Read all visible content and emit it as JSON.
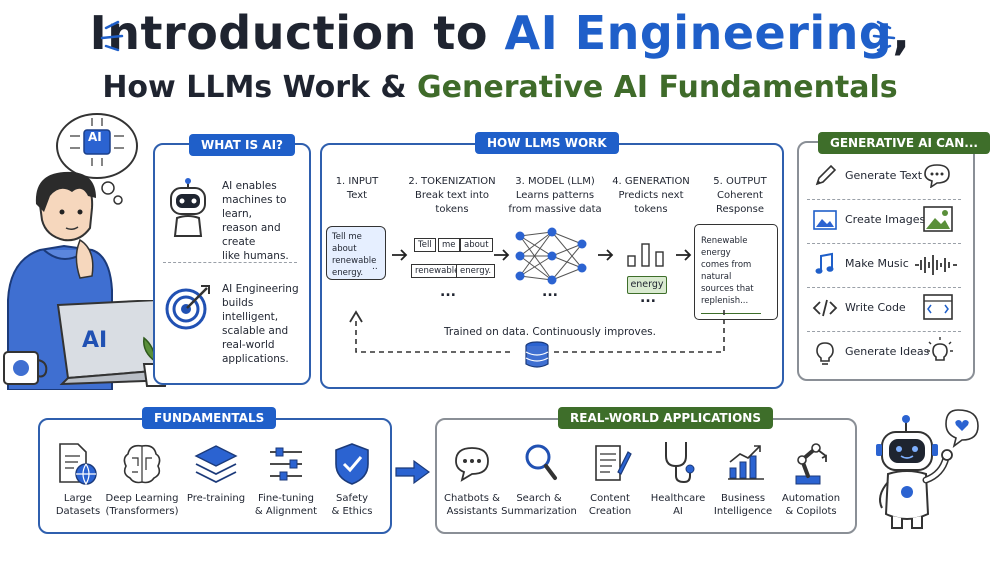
{
  "title": {
    "line1_part1": "Introduction to ",
    "line1_highlight": "AI Engineering",
    "line1_end": ",",
    "line2_part1": "How LLMs Work & ",
    "line2_highlight": "Generative AI Fundamentals"
  },
  "thought_bubble": {
    "label": "AI"
  },
  "laptop": {
    "label": "AI"
  },
  "what_is_ai": {
    "header": "WHAT IS AI?",
    "item1": [
      "AI enables",
      "machines to learn,",
      "reason and create",
      "like humans."
    ],
    "item2": [
      "AI Engineering",
      "builds intelligent,",
      "scalable and",
      "real-world",
      "applications."
    ]
  },
  "how_llms_work": {
    "header": "HOW LLMS WORK",
    "steps": [
      {
        "title": "1. INPUT",
        "sub": [
          "Text"
        ]
      },
      {
        "title": "2. TOKENIZATION",
        "sub": [
          "Break text into",
          "tokens"
        ]
      },
      {
        "title": "3. MODEL (LLM)",
        "sub": [
          "Learns patterns",
          "from massive data"
        ]
      },
      {
        "title": "4. GENERATION",
        "sub": [
          "Predicts next",
          "tokens"
        ]
      },
      {
        "title": "5. OUTPUT",
        "sub": [
          "Coherent",
          "Response"
        ]
      }
    ],
    "input_bubble": [
      "Tell me about",
      "renewable",
      "energy."
    ],
    "input_dots": "..",
    "tokens_row1": [
      "Tell",
      "me",
      "about"
    ],
    "tokens_row2": [
      "renewable",
      "energy."
    ],
    "ellipsis": "...",
    "generated_token": "energy",
    "output_text": [
      "Renewable energy",
      "comes from natural",
      "sources that",
      "replenish..."
    ],
    "loop_label": "Trained on data. Continuously improves."
  },
  "generative_ai": {
    "header": "GENERATIVE AI CAN...",
    "items": [
      {
        "label": "Generate Text",
        "icon": "pencil-icon",
        "icon2": "chat-bubble-icon"
      },
      {
        "label": "Create Images",
        "icon": "image-icon",
        "icon2": "landscape-icon"
      },
      {
        "label": "Make Music",
        "icon": "music-note-icon",
        "icon2": "waveform-icon"
      },
      {
        "label": "Write Code",
        "icon": "code-icon",
        "icon2": "code-window-icon"
      },
      {
        "label": "Generate Ideas",
        "icon": "lightbulb-icon",
        "icon2": "lightbulb-spark-icon"
      }
    ]
  },
  "fundamentals": {
    "header": "FUNDAMENTALS",
    "items": [
      {
        "label": [
          "Large",
          "Datasets"
        ],
        "icon": "dataset-globe-icon"
      },
      {
        "label": [
          "Deep Learning",
          "(Transformers)"
        ],
        "icon": "brain-circuit-icon"
      },
      {
        "label": [
          "Pre-training"
        ],
        "icon": "layers-icon"
      },
      {
        "label": [
          "Fine-tuning",
          "& Alignment"
        ],
        "icon": "sliders-icon"
      },
      {
        "label": [
          "Safety",
          "& Ethics"
        ],
        "icon": "shield-check-icon"
      }
    ]
  },
  "applications": {
    "header": "REAL-WORLD APPLICATIONS",
    "items": [
      {
        "label": [
          "Chatbots &",
          "Assistants"
        ],
        "icon": "chat-bubble-icon"
      },
      {
        "label": [
          "Search &",
          "Summarization"
        ],
        "icon": "magnifier-icon"
      },
      {
        "label": [
          "Content",
          "Creation"
        ],
        "icon": "notepad-pen-icon"
      },
      {
        "label": [
          "Healthcare",
          "AI"
        ],
        "icon": "stethoscope-icon"
      },
      {
        "label": [
          "Business",
          "Intelligence"
        ],
        "icon": "bar-chart-icon"
      },
      {
        "label": [
          "Automation",
          "& Copilots"
        ],
        "icon": "robot-arm-icon"
      }
    ]
  },
  "colors": {
    "accent_blue": "#1f5fc9",
    "accent_green": "#3e6e2a",
    "hoodie": "#3f6fd1"
  }
}
